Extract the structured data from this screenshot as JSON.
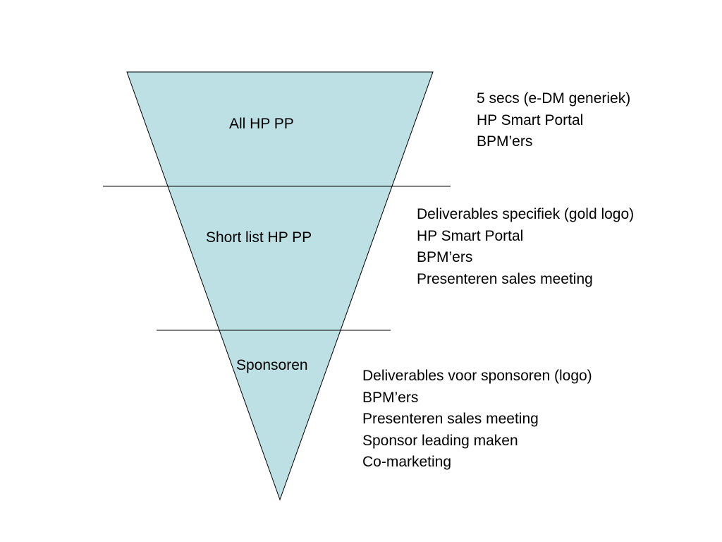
{
  "funnel": {
    "fill_color": "#bde0e4",
    "stroke_color": "#000000"
  },
  "stages": [
    {
      "label": "All HP PP",
      "notes": [
        "5 secs (e-DM generiek)",
        "HP Smart Portal",
        "BPM’ers"
      ]
    },
    {
      "label": "Short list HP PP",
      "notes": [
        "Deliverables specifiek (gold logo)",
        "HP Smart Portal",
        "BPM’ers",
        "Presenteren sales meeting"
      ]
    },
    {
      "label": "Sponsoren",
      "notes": [
        "Deliverables voor sponsoren (logo)",
        "BPM’ers",
        "Presenteren sales meeting",
        "Sponsor leading maken",
        "Co-marketing"
      ]
    }
  ]
}
